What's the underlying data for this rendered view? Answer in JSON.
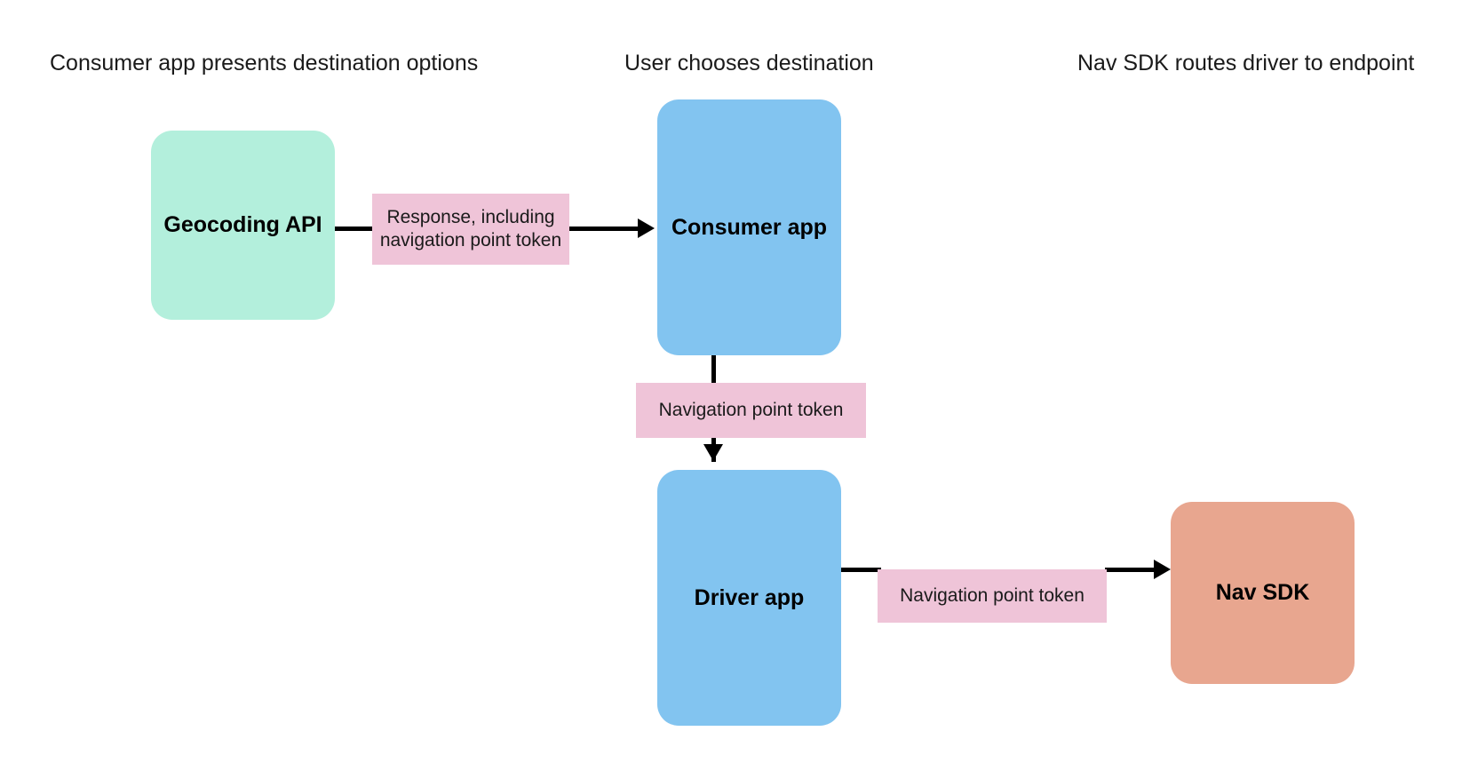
{
  "diagram": {
    "title_row": [
      {
        "id": "consumer-stage",
        "label": "Consumer app presents destination options"
      },
      {
        "id": "user-stage",
        "label": "User chooses destination"
      },
      {
        "id": "navsdk-stage",
        "label": "Nav SDK routes driver to endpoint"
      }
    ],
    "nodes": [
      {
        "id": "geocoding-api",
        "label": "Geocoding API",
        "color": "#b3efdc"
      },
      {
        "id": "consumer-app",
        "label": "Consumer app",
        "color": "#82c4f0"
      },
      {
        "id": "driver-app",
        "label": "Driver app",
        "color": "#82c4f0"
      },
      {
        "id": "nav-sdk",
        "label": "Nav SDK",
        "color": "#e8a68f"
      }
    ],
    "edge_labels": [
      {
        "id": "response-label",
        "label": "Response, including navigation point token",
        "color": "#efc4d8",
        "from": "geocoding-api",
        "to": "consumer-app"
      },
      {
        "id": "token-label-vertical",
        "label": "Navigation point token",
        "color": "#efc4d8",
        "from": "consumer-app",
        "to": "driver-app"
      },
      {
        "id": "token-label-horizontal",
        "label": "Navigation point token",
        "color": "#efc4d8",
        "from": "driver-app",
        "to": "nav-sdk"
      }
    ],
    "colors": {
      "background": "#ffffff",
      "connector": "#000000",
      "text": "#1a1a1a",
      "mint": "#b3efdc",
      "blue": "#82c4f0",
      "pink": "#efc4d8",
      "salmon": "#e8a68f"
    }
  }
}
